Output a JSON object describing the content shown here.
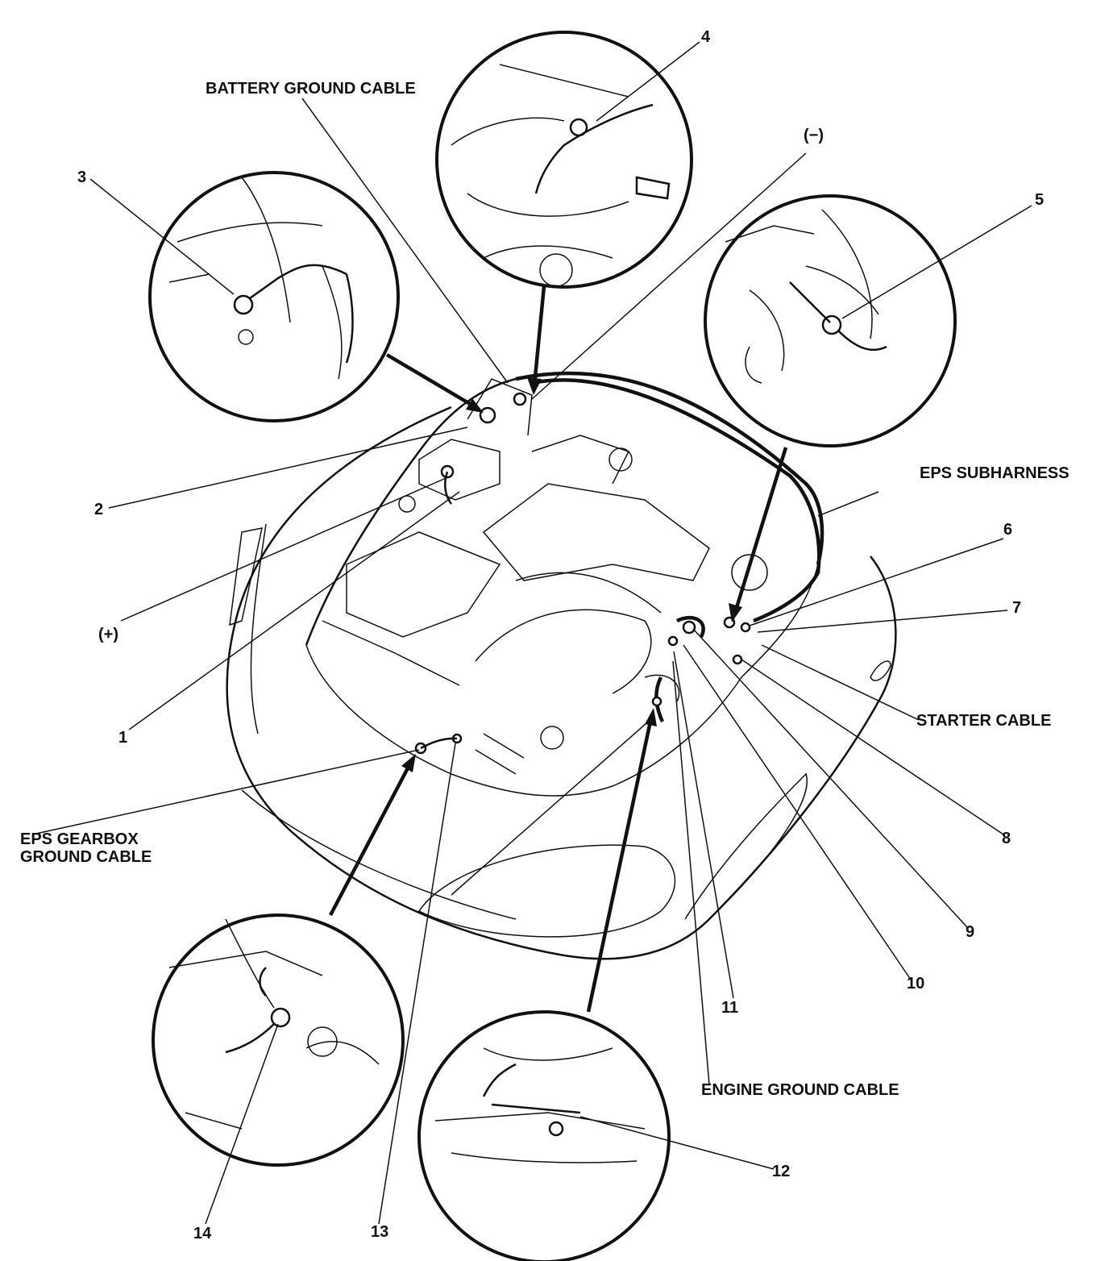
{
  "labels": {
    "battery_ground_cable": "BATTERY GROUND CABLE",
    "minus": "(−)",
    "plus": "(+)",
    "eps_subharness": "EPS SUBHARNESS",
    "starter_cable": "STARTER CABLE",
    "eps_gearbox_line1": "EPS GEARBOX",
    "eps_gearbox_line2": "GROUND CABLE",
    "engine_ground_cable": "ENGINE GROUND CABLE"
  },
  "callouts": [
    "1",
    "2",
    "3",
    "4",
    "5",
    "6",
    "7",
    "8",
    "9",
    "10",
    "11",
    "12",
    "13",
    "14"
  ]
}
